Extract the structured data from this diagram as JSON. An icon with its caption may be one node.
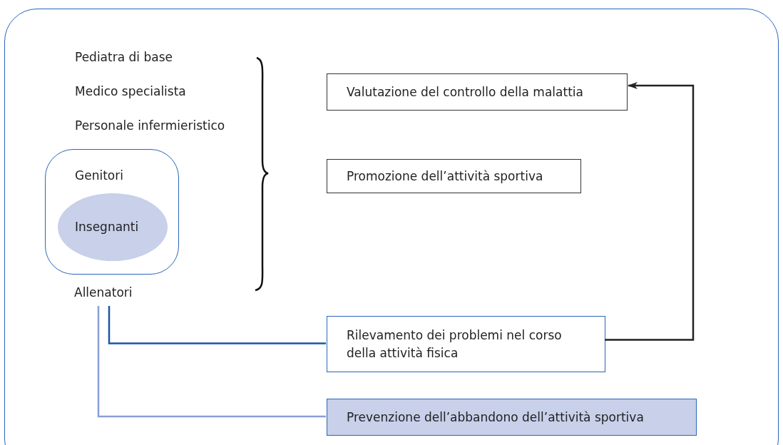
{
  "diagram": {
    "nodes": [
      {
        "text": [],
        "shape": "box"
      },
      {
        "text": [
          "Genitori"
        ],
        "in": 0
      },
      {
        "text": [
          "Insegnanti"
        ],
        "in": 1
      },
      {
        "text": [
          "Allenatori"
        ],
        "in": 0
      },
      {
        "text": [
          "Valutazione del controllo della malattia"
        ],
        "in": 0
      },
      {
        "text": [
          "Promozione dell’attività sportiva"
        ],
        "in": 0
      },
      {
        "text": [
          "Rilevamento dei problemi nel corso della attività fisica"
        ],
        "in": 0
      },
      {
        "text": [
          "Prevenzione dell’abbandono dell’attività sportiva"
        ],
        "in": 0
      }
    ],
    "edges": [
      {
        "from": 3,
        "to": 6,
        "arrow": "none",
        "color": "#1a56a8"
      },
      {
        "from": 3,
        "to": 7,
        "arrow": "none",
        "color": "#8b9ed6"
      },
      {
        "from": 6,
        "to": 4,
        "arrow": "to",
        "color": "#222222"
      }
    ],
    "labels": [
      "Pediatra di base",
      "Medico specialista",
      "Personale infermieristico"
    ]
  }
}
